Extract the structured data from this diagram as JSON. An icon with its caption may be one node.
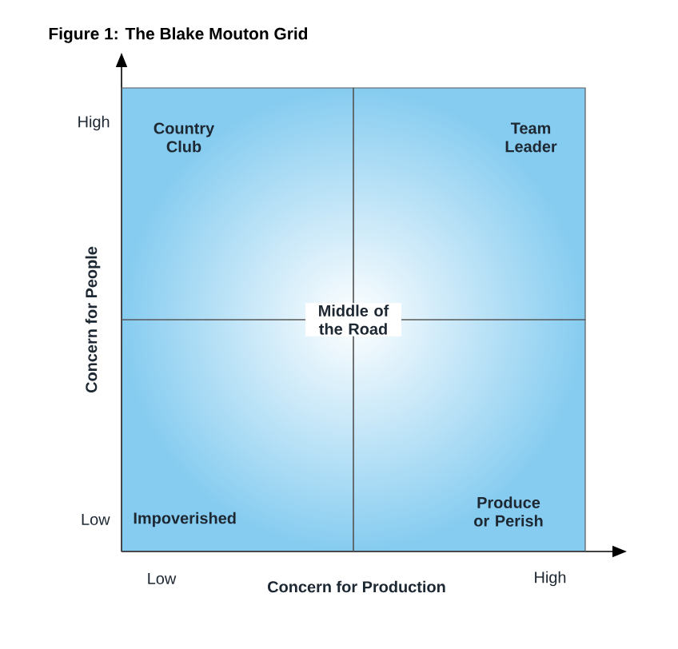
{
  "diagram": {
    "title": "Figure 1: The Blake Mouton Grid",
    "nodes": [
      {
        "text": [
          "Country Club"
        ]
      },
      {
        "text": [
          "Team Leader"
        ]
      },
      {
        "text": [
          "Impoverished"
        ]
      },
      {
        "text": [
          "Produce or Perish"
        ]
      }
    ],
    "labels": [
      "High",
      "Middle of the Road",
      "Concern for People",
      "Low",
      "Low",
      "Concern for Production",
      "High"
    ]
  }
}
